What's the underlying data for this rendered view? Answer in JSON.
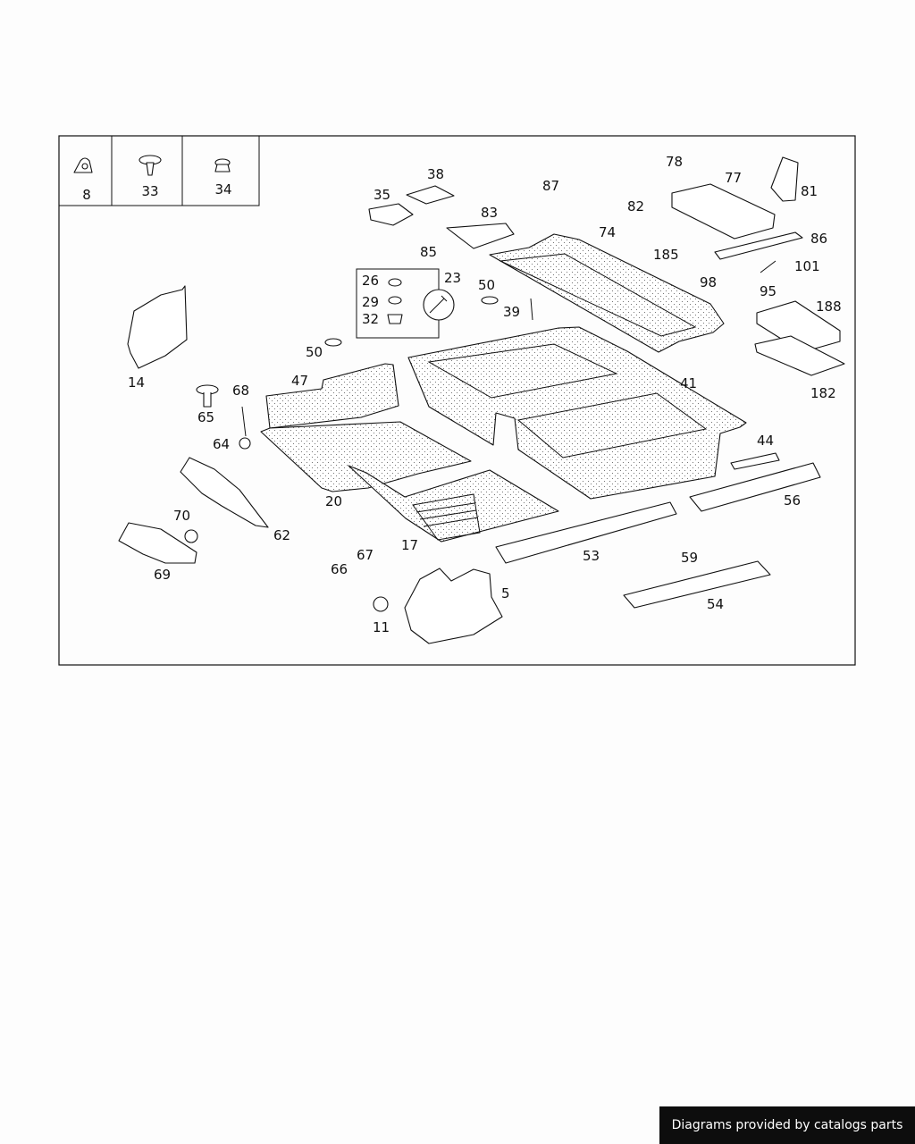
{
  "credit": "Diagrams provided by catalogs parts",
  "legend": {
    "cell_1": "8",
    "cell_2": "33",
    "cell_3": "34"
  },
  "kit_box": {
    "item_1": "26",
    "item_2": "29",
    "item_3": "32",
    "kit_number": "23"
  },
  "callouts": {
    "c5": "5",
    "c11": "11",
    "c14": "14",
    "c17": "17",
    "c20": "20",
    "c35": "35",
    "c38": "38",
    "c39": "39",
    "c41": "41",
    "c44": "44",
    "c47": "47",
    "c50a": "50",
    "c50b": "50",
    "c53": "53",
    "c54": "54",
    "c56": "56",
    "c59": "59",
    "c62": "62",
    "c64": "64",
    "c65": "65",
    "c66": "66",
    "c67": "67",
    "c68": "68",
    "c69": "69",
    "c70": "70",
    "c74": "74",
    "c77": "77",
    "c78": "78",
    "c81": "81",
    "c82": "82",
    "c83": "83",
    "c85": "85",
    "c86": "86",
    "c87": "87",
    "c95": "95",
    "c98": "98",
    "c101": "101",
    "c182": "182",
    "c185": "185",
    "c188": "188"
  }
}
